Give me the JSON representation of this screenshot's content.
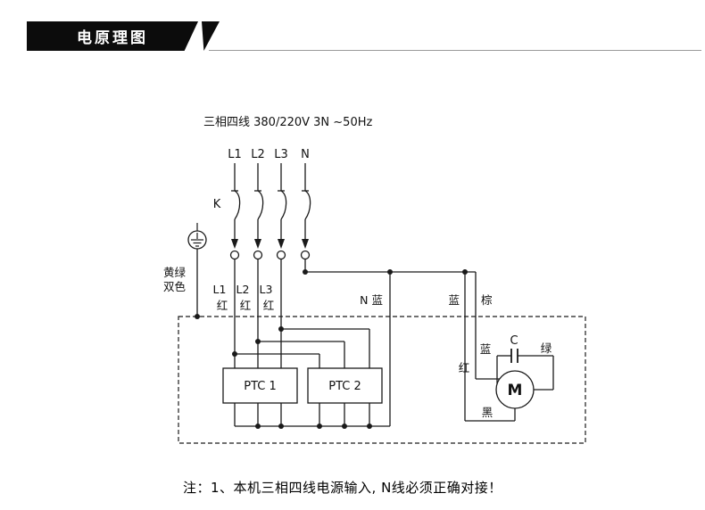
{
  "header": {
    "title": "电原理图"
  },
  "diagram": {
    "spec": "三相四线 380/220V 3N ~50Hz",
    "phase_labels": [
      "L1",
      "L2",
      "L3",
      "N"
    ],
    "switch_label": "K",
    "ground_label_line1": "黄绿",
    "ground_label_line2": "双色",
    "wire_labels": {
      "l1": "L1",
      "l1_color": "红",
      "l2": "L2",
      "l2_color": "红",
      "l3": "L3",
      "l3_color": "红",
      "n": "N 蓝",
      "blue": "蓝",
      "brown": "棕",
      "red": "红",
      "black": "黑",
      "cap_blue": "蓝",
      "cap_green": "绿"
    },
    "components": {
      "ptc1": "PTC 1",
      "ptc2": "PTC 2",
      "motor": "M",
      "capacitor": "C"
    },
    "colors": {
      "line": "#1a1a1a",
      "banner": "#0c0c0c"
    }
  },
  "note": "注：1、本机三相四线电源输入, N线必须正确对接！"
}
